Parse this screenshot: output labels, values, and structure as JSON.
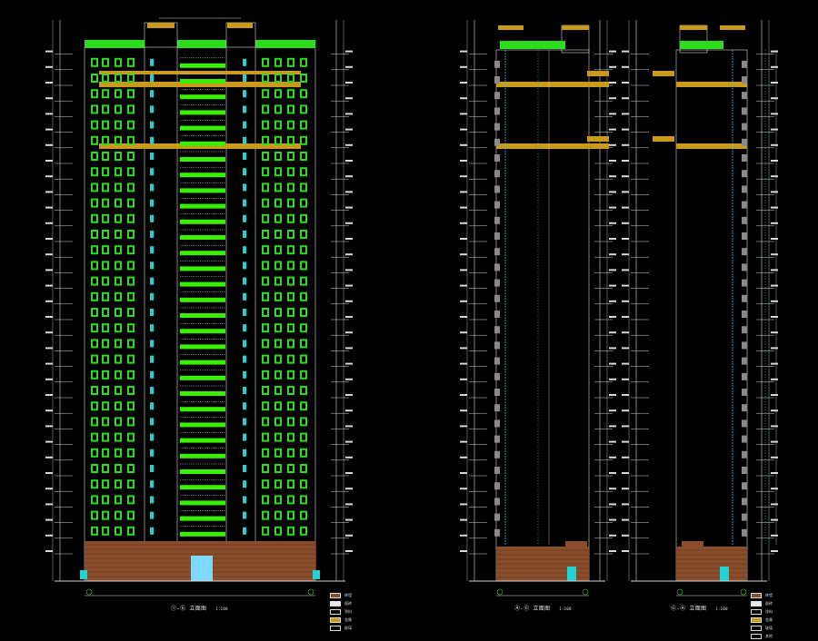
{
  "drawing": {
    "background": "#000000",
    "colors": {
      "green": "#2bdc1f",
      "balcony_green": "#38f000",
      "gold": "#c99a1e",
      "brick": "#8a4e2c",
      "cyan": "#22d3d3",
      "line": "#d8d8d8",
      "blue_door": "#7fd8ff",
      "yellow_dim": "#fff06a"
    },
    "captions": {
      "front": "①-⑥ 立面图",
      "side_a": "Ⓐ-Ⓖ 立面图",
      "side_b": "Ⓖ-Ⓐ 立面图",
      "scale": "1:100"
    },
    "legend": [
      "砖墙",
      "面砖",
      "涂料",
      "金属",
      "玻璃",
      "其他"
    ],
    "legend_colors": [
      "#8a4e2c",
      "#e8e8e8",
      "#f2f2f2",
      "#c99a1e",
      "#ffffff",
      "#ffffff"
    ],
    "floors": 32,
    "elevations": [
      "front",
      "side_a",
      "side_b"
    ]
  }
}
